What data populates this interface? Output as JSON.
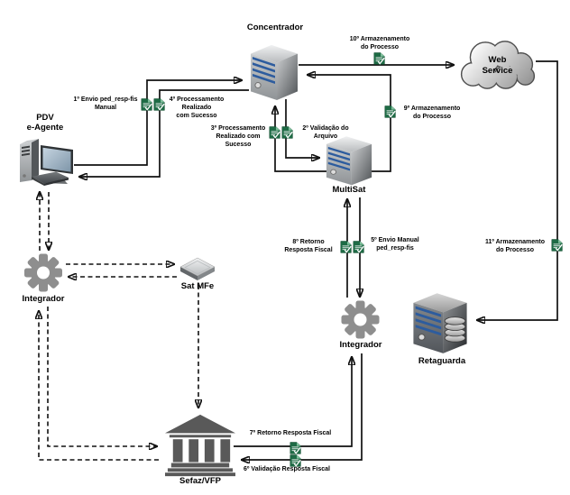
{
  "diagram": {
    "nodes": {
      "concentrador": "Concentrador",
      "web_service": "Web\nService",
      "multisat": "MultiSat",
      "pdv": "PDV\ne-Agente",
      "integrador_pdv": "Integrador",
      "sat_mfe": "Sat MFe",
      "integrador_multisat": "Integrador",
      "retaguarda": "Retaguarda",
      "sefaz": "Sefaz/VFP"
    },
    "steps": {
      "s1": "1º Envio ped_resp-fis\nManual",
      "s2": "2º Validação do\nArquivo",
      "s3": "3º Processamento\nRealizado com\nSucesso",
      "s4": "4º Processamento\nRealizado\ncom Sucesso",
      "s5": "5º Envio Manual\nped_resp-fis",
      "s6": "6º Validação Resposta Fiscal",
      "s7": "7º Retorno Resposta Fiscal",
      "s8": "8º Retorno\nResposta Fiscal",
      "s9": "9º Armazenamento\ndo Processo",
      "s10": "10º Armazenamento\ndo Processo",
      "s11": "11º Armazenamento\ndo Processo"
    },
    "icons": {
      "document": "signed-document-icon",
      "server": "server-icon",
      "database_server": "database-server-icon",
      "gear": "gear-icon",
      "cloud": "cloud-icon",
      "bank": "bank-building-icon",
      "computer": "desktop-computer-icon",
      "sat_device": "sat-device-icon"
    },
    "colors": {
      "line": "#111111",
      "document_green": "#1e6b45",
      "server_stripe_blue": "#2d5c9e",
      "gear_gray": "#8e8e8e",
      "building_gray": "#595959",
      "background": "#ffffff"
    }
  }
}
